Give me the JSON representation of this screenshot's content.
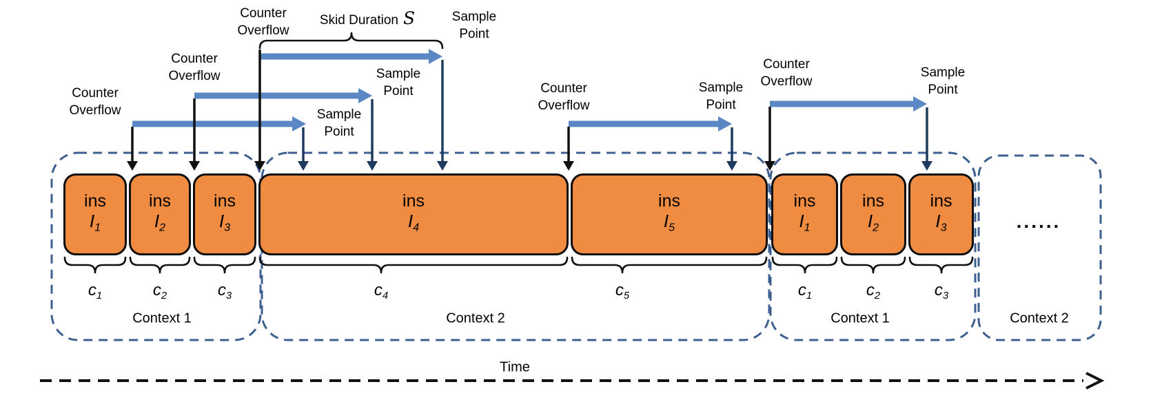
{
  "colors": {
    "instruction_fill": "#EF8C42",
    "instruction_border": "#0D0D0D",
    "overflow_arrow": "#5B87C5",
    "sample_arrow": "#1F3A5F",
    "context_border": "#3D5F8F",
    "timeline": "#111111"
  },
  "events": [
    {
      "overflow": [
        "Counter",
        "Overflow"
      ],
      "sample": [
        "Sample",
        "Point"
      ]
    },
    {
      "overflow": [
        "Counter",
        "Overflow"
      ],
      "sample": [
        "Sample",
        "Point"
      ]
    },
    {
      "overflow": [
        "Counter",
        "Overflow"
      ],
      "sample": [
        "Sample",
        "Point"
      ],
      "skid": {
        "prefix": "Skid Duration",
        "symbol": "S"
      }
    },
    {
      "overflow": [
        "Counter",
        "Overflow"
      ],
      "sample": [
        "Sample",
        "Point"
      ]
    },
    {
      "overflow": [
        "Counter",
        "Overflow"
      ],
      "sample": [
        "Sample",
        "Point"
      ]
    }
  ],
  "instructions": [
    {
      "opcode": "ins",
      "id_base": "I",
      "id_sub": "1",
      "count_base": "c",
      "count_sub": "1"
    },
    {
      "opcode": "ins",
      "id_base": "I",
      "id_sub": "2",
      "count_base": "c",
      "count_sub": "2"
    },
    {
      "opcode": "ins",
      "id_base": "I",
      "id_sub": "3",
      "count_base": "c",
      "count_sub": "3"
    },
    {
      "opcode": "ins",
      "id_base": "I",
      "id_sub": "4",
      "count_base": "c",
      "count_sub": "4"
    },
    {
      "opcode": "ins",
      "id_base": "I",
      "id_sub": "5",
      "count_base": "c",
      "count_sub": "5"
    },
    {
      "opcode": "ins",
      "id_base": "I",
      "id_sub": "1",
      "count_base": "c",
      "count_sub": "1"
    },
    {
      "opcode": "ins",
      "id_base": "I",
      "id_sub": "2",
      "count_base": "c",
      "count_sub": "2"
    },
    {
      "opcode": "ins",
      "id_base": "I",
      "id_sub": "3",
      "count_base": "c",
      "count_sub": "3"
    }
  ],
  "contexts": [
    {
      "label": "Context 1"
    },
    {
      "label": "Context 2"
    },
    {
      "label": "Context 1"
    },
    {
      "label": "Context 2",
      "ellipsis": "......"
    }
  ],
  "timeline": {
    "label": "Time"
  }
}
